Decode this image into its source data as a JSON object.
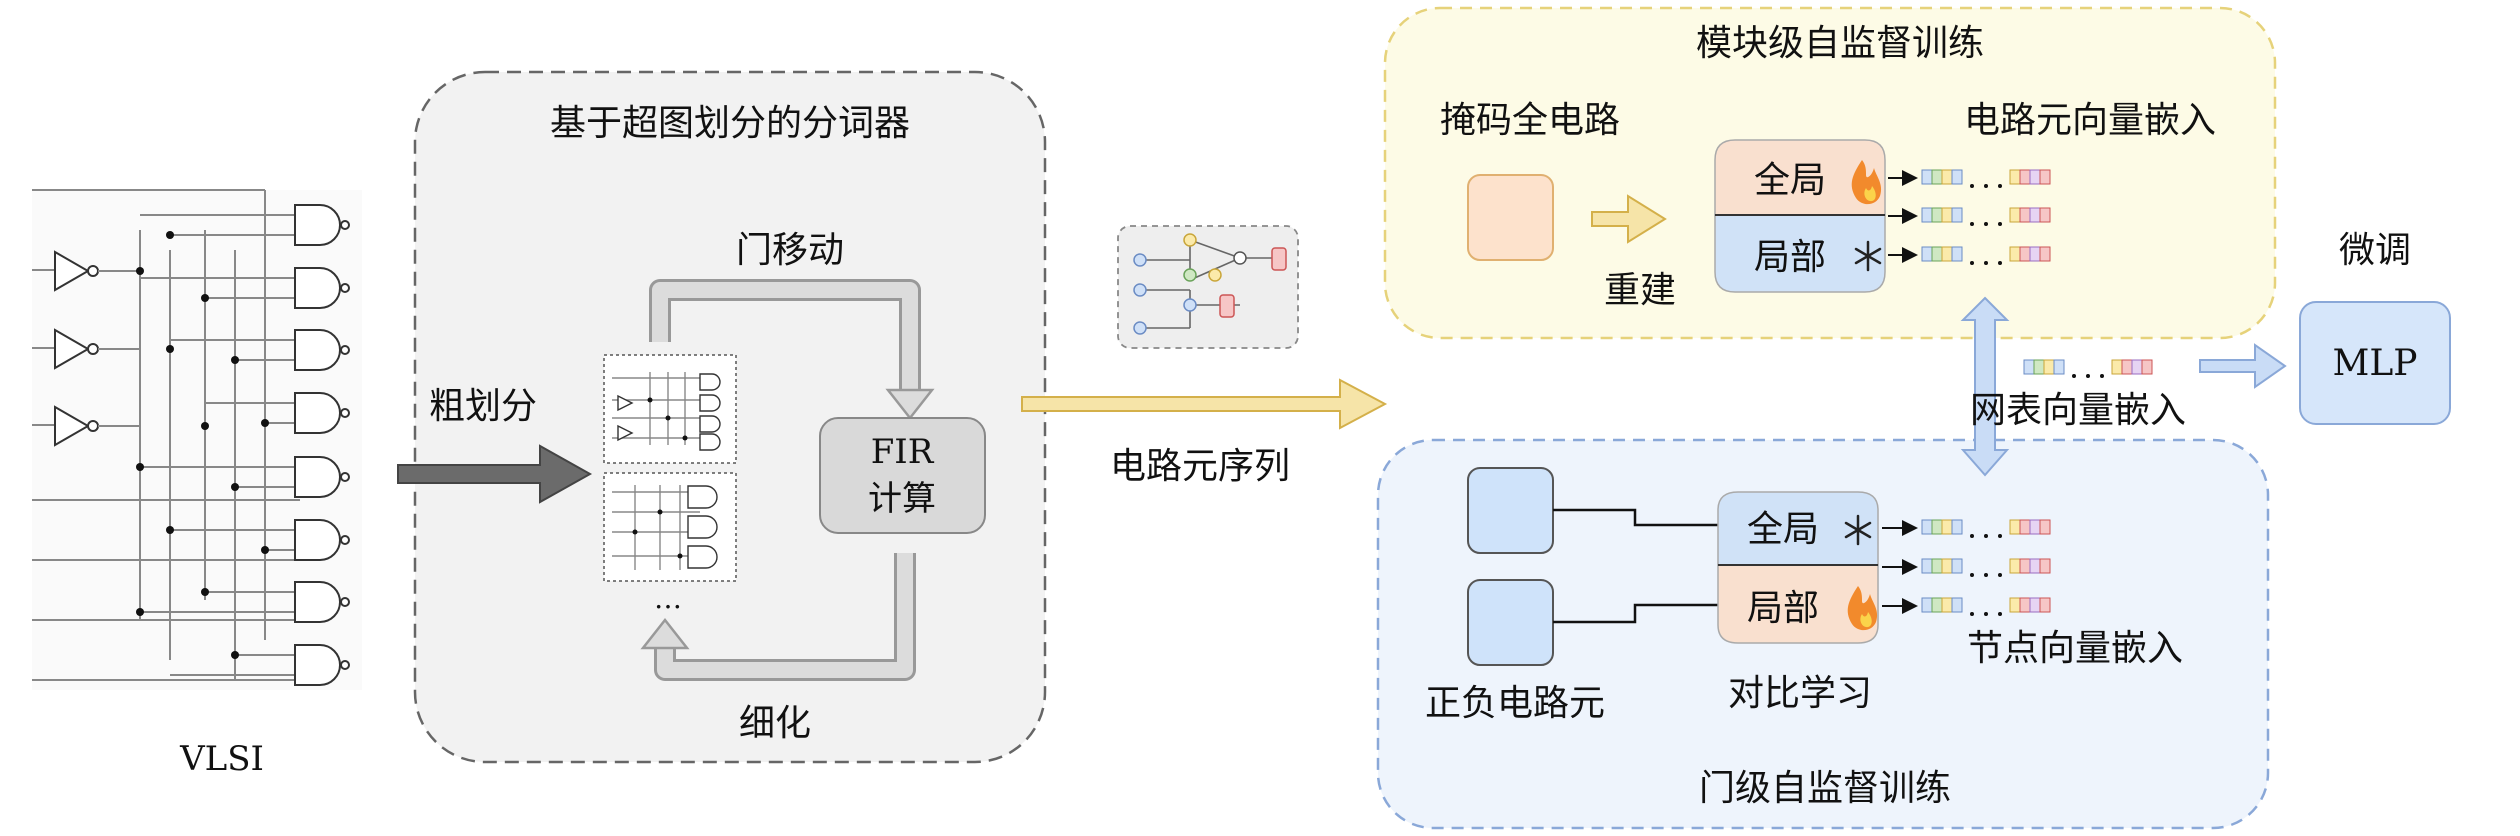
{
  "vlsi": {
    "label": "VLSI"
  },
  "tokenizer": {
    "title": "基于超图划分的分词器",
    "coarse_label": "粗划分",
    "gate_move_label": "门移动",
    "refine_label": "细化",
    "fir_line1": "FIR",
    "fir_line2": "计算",
    "ellipsis": "…"
  },
  "sequence": {
    "label": "电路元序列"
  },
  "module_ssl": {
    "title": "模块级自监督训练",
    "mask_label": "掩码全电路",
    "reconstruct_label": "重建",
    "global_label": "全局",
    "local_label": "局部",
    "embed_label": "电路元向量嵌入"
  },
  "gate_ssl": {
    "title": "门级自监督训练",
    "pos_neg_label": "正负电路元",
    "contrast_label": "对比学习",
    "global_label": "全局",
    "local_label": "局部",
    "embed_label": "节点向量嵌入"
  },
  "finetune": {
    "title": "微调",
    "netlist_label": "网表向量嵌入",
    "mlp_label": "MLP"
  },
  "icons": {
    "fire": "fire-icon",
    "snowflake": "snowflake-icon"
  },
  "colors": {
    "module_bg": "#fdfbe6",
    "module_border": "#e6d27a",
    "gate_bg": "#eef4fc",
    "gate_border": "#8aa8d8",
    "tokenizer_bg": "#f2f2f2",
    "mlp_bg": "#d6e6fa",
    "arrow_yellow": "#f6e4a8",
    "arrow_blue": "#c9dcf6"
  }
}
